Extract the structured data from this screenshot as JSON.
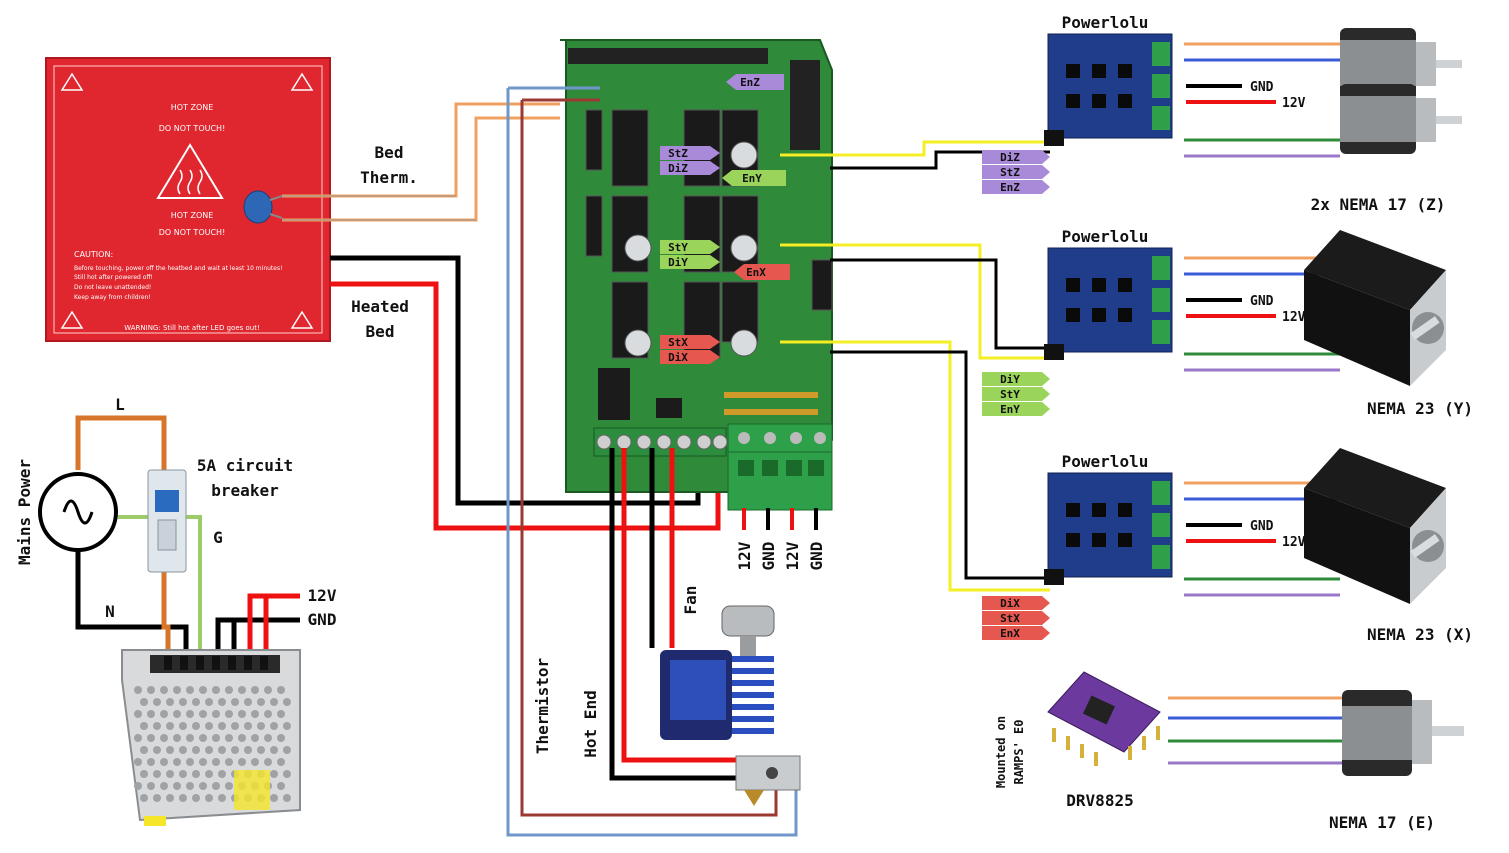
{
  "heatbed": {
    "lines": [
      "HOT ZONE",
      "DO NOT TOUCH!",
      "HOT ZONE",
      "DO NOT TOUCH!"
    ],
    "caution_title": "CAUTION:",
    "caution_lines": [
      "Before touching, power off the heatbed and wait at least 10 minutes!",
      "Still hot after powered off!",
      "Do not leave unattended!",
      "Keep away from children!"
    ],
    "warning": "WARNING: Still hot after LED goes out!"
  },
  "labels": {
    "bed_therm_1": "Bed",
    "bed_therm_2": "Therm.",
    "heated_bed_1": "Heated",
    "heated_bed_2": "Bed",
    "live": "L",
    "neutral": "N",
    "ground": "G",
    "mains_power": "Mains Power",
    "breaker_1": "5A circuit",
    "breaker_2": "breaker",
    "psu_12v": "12V",
    "psu_gnd": "GND",
    "ramps_12v_a": "12V",
    "ramps_gnd_a": "GND",
    "ramps_12v_b": "12V",
    "ramps_gnd_b": "GND",
    "fan": "Fan",
    "thermistor": "Thermistor",
    "hot_end": "Hot End",
    "mounted_1": "Mounted on",
    "mounted_2": "RAMPS' E0",
    "drv": "DRV8825"
  },
  "ramps_tags": {
    "enz": "EnZ",
    "stz": "StZ",
    "diz": "DiZ",
    "eny": "EnY",
    "sty": "StY",
    "diy": "DiY",
    "enx": "EnX",
    "stx": "StX",
    "dix": "DiX"
  },
  "drivers": [
    {
      "title": "Powerlolu",
      "tags": [
        "DiZ",
        "StZ",
        "EnZ"
      ],
      "tag_color": "#a98ad8",
      "gnd": "GND",
      "v12": "12V",
      "motor_label": "2x NEMA 17 (Z)"
    },
    {
      "title": "Powerlolu",
      "tags": [
        "DiY",
        "StY",
        "EnY"
      ],
      "tag_color": "#9bd45a",
      "gnd": "GND",
      "v12": "12V",
      "motor_label": "NEMA 23 (Y)"
    },
    {
      "title": "Powerlolu",
      "tags": [
        "DiX",
        "StX",
        "EnX"
      ],
      "tag_color": "#e6584f",
      "gnd": "GND",
      "v12": "12V",
      "motor_label": "NEMA 23 (X)"
    }
  ],
  "extruder_motor_label": "NEMA 17 (E)",
  "colors": {
    "orange": "#f0a060",
    "blue": "#3b5bd9",
    "green": "#2e8b3a",
    "purple": "#9a78c8",
    "red": "#ee1111",
    "yellow": "#f4ee24",
    "black": "#000000",
    "steel_blue": "#6f97c9",
    "brown": "#9b3a32",
    "board_green": "#2f8a3a",
    "heatbed_red": "#e0262e",
    "powerlolu_blue": "#1f3d8a"
  }
}
